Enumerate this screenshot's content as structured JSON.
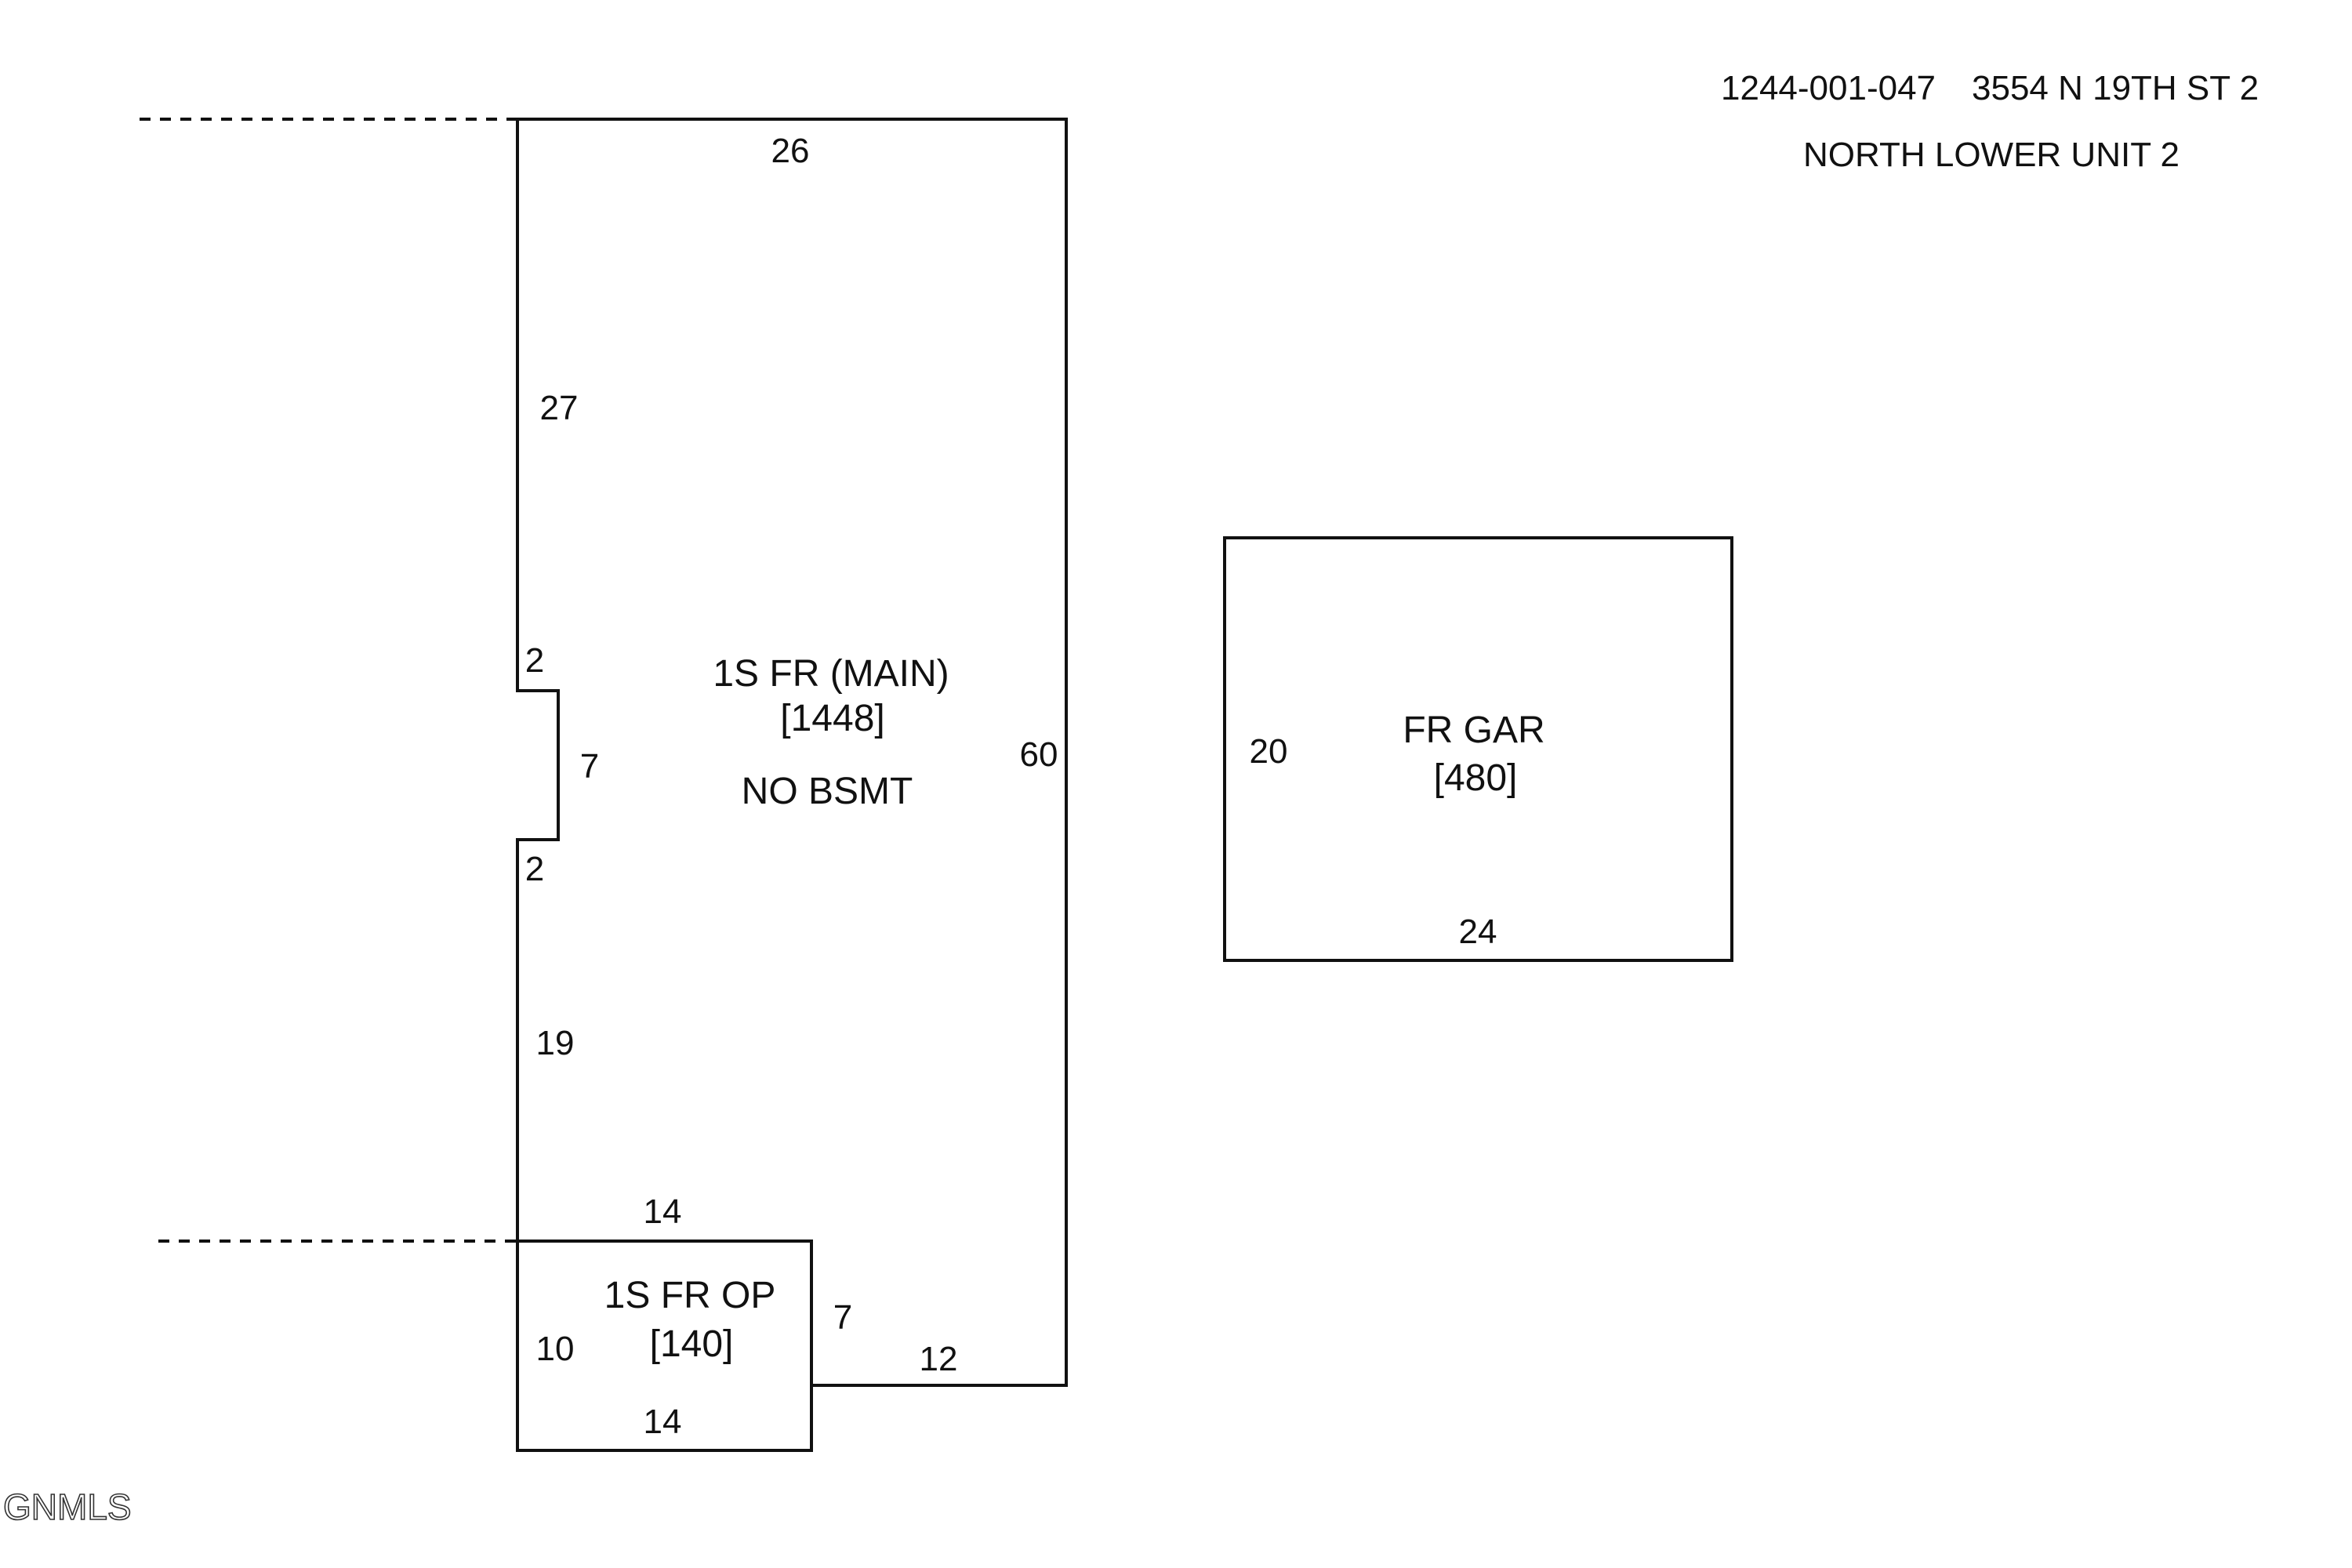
{
  "header": {
    "parcel_id": "1244-001-047",
    "address": "3554 N 19TH ST 2",
    "unit": "NORTH LOWER UNIT 2"
  },
  "main_structure": {
    "label": "1S FR (MAIN)",
    "area": "[1448]",
    "note": "NO BSMT",
    "dims": {
      "top": "26",
      "left_upper": "27",
      "notch_top": "2",
      "notch_depth": "7",
      "notch_bottom": "2",
      "left_lower": "19",
      "right": "60",
      "bottom_right": "12"
    }
  },
  "porch": {
    "label": "1S FR OP",
    "area": "[140]",
    "dims": {
      "top": "14",
      "left": "10",
      "right": "7",
      "bottom": "14"
    }
  },
  "garage": {
    "label": "FR GAR",
    "area": "[480]",
    "dims": {
      "left": "20",
      "bottom": "24"
    }
  },
  "watermark": "GNMLS"
}
